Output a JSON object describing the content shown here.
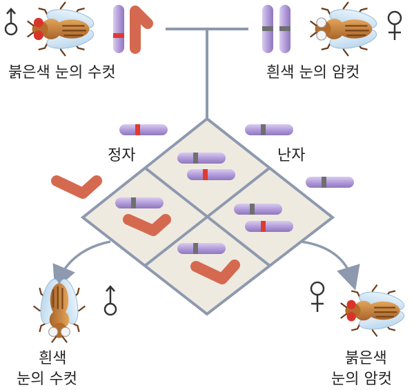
{
  "parents": {
    "male_label": "붉은색 눈의 수컷",
    "female_label": "흰색 눈의 암컷",
    "male_symbol": "♂",
    "female_symbol": "♀"
  },
  "gametes": {
    "sperm_label": "정자",
    "egg_label": "난자"
  },
  "offspring": {
    "male_label_line1": "흰색",
    "male_label_line2": "눈의 수컷",
    "female_label_line1": "붉은색",
    "female_label_line2": "눈의 암컷",
    "male_symbol": "♂",
    "female_symbol": "♀"
  },
  "colors": {
    "x_chromosome": "#b7a3d8",
    "y_chromosome": "#e07a5f",
    "red_eye_allele": "#e03a2f",
    "white_eye_allele": "#777777",
    "grid_fill": "#eeeae0",
    "grid_line": "#8d99ae",
    "red_eye": "#d9342b",
    "white_eye": "#f2f2f2"
  },
  "icons": [
    "fruit-fly-icon",
    "chromosome-icon",
    "male-symbol-icon",
    "female-symbol-icon"
  ]
}
